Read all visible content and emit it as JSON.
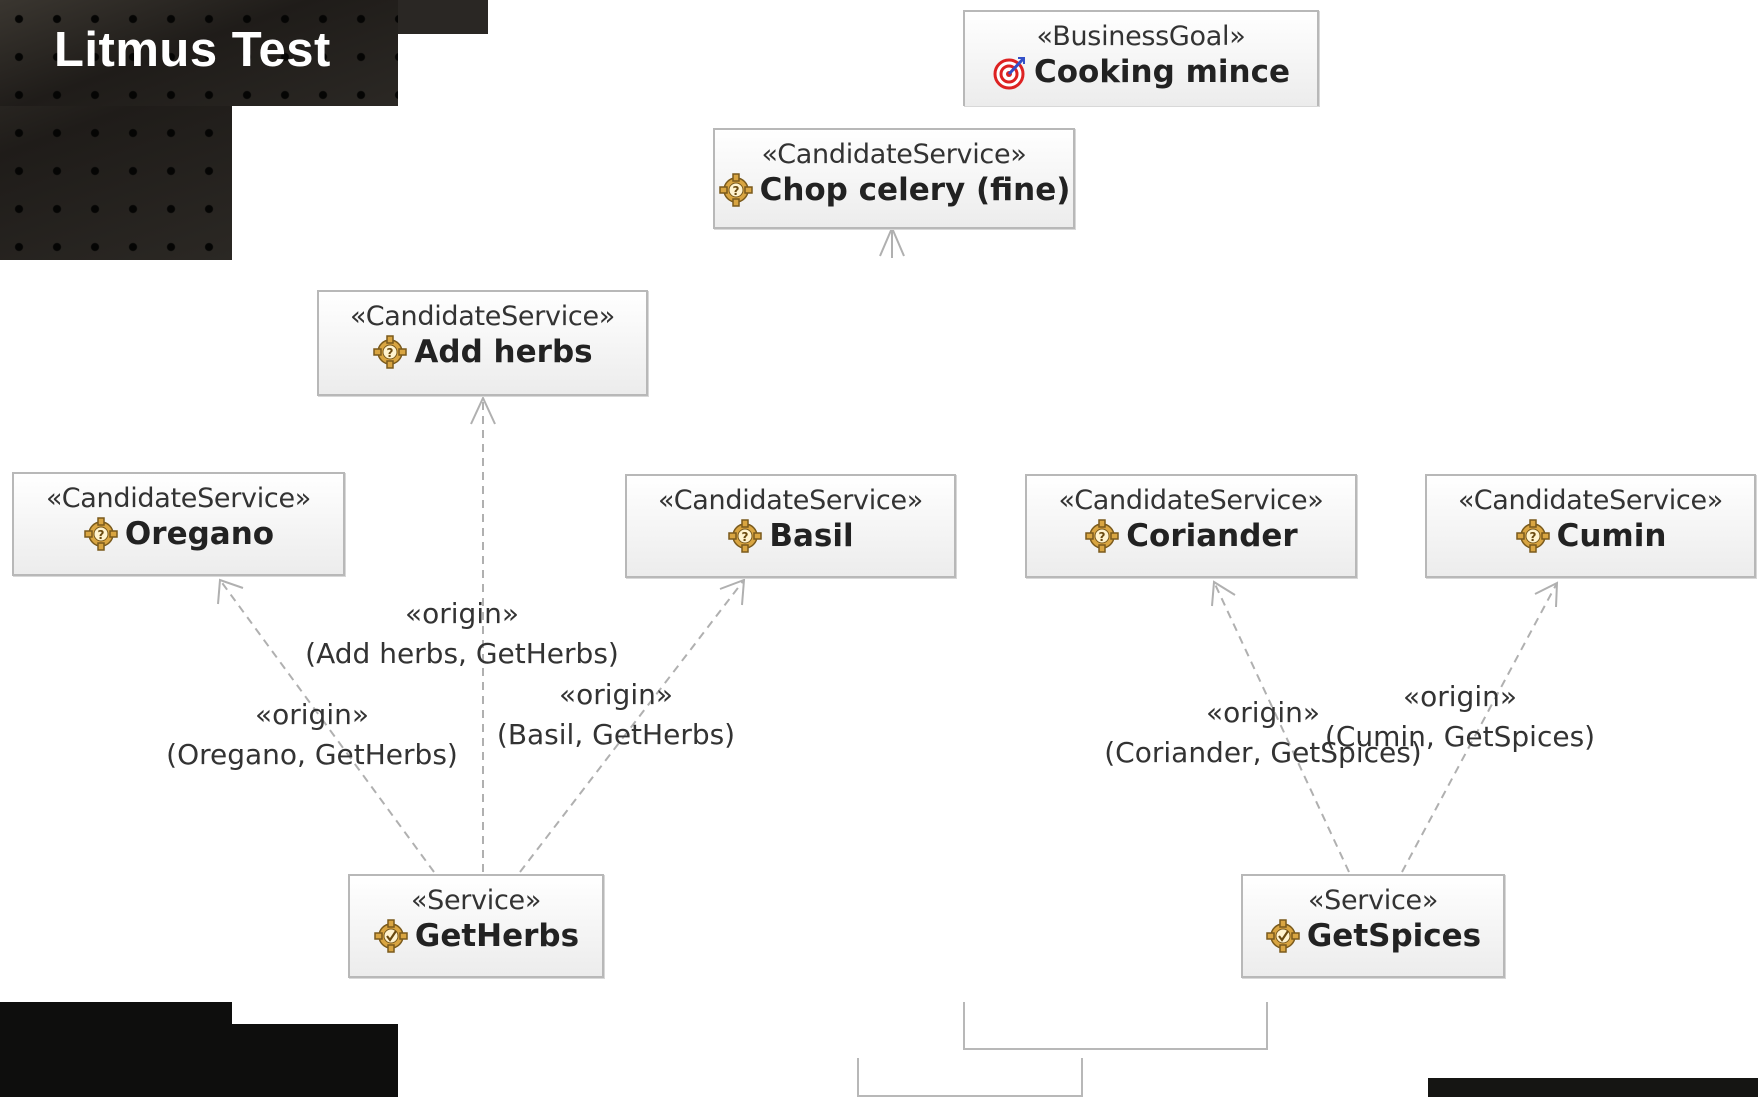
{
  "slide": {
    "title": "Litmus Test"
  },
  "boxes": {
    "cooking_mince": {
      "stereotype": "«BusinessGoal»",
      "name": "Cooking mince"
    },
    "chop_celery": {
      "stereotype": "«CandidateService»",
      "name": "Chop celery (fine)"
    },
    "add_herbs": {
      "stereotype": "«CandidateService»",
      "name": "Add herbs"
    },
    "oregano": {
      "stereotype": "«CandidateService»",
      "name": "Oregano"
    },
    "basil": {
      "stereotype": "«CandidateService»",
      "name": "Basil"
    },
    "coriander": {
      "stereotype": "«CandidateService»",
      "name": "Coriander"
    },
    "cumin": {
      "stereotype": "«CandidateService»",
      "name": "Cumin"
    },
    "get_herbs": {
      "stereotype": "«Service»",
      "name": "GetHerbs"
    },
    "get_spices": {
      "stereotype": "«Service»",
      "name": "GetSpices"
    }
  },
  "connectors": {
    "add_herbs": {
      "stereotype": "«origin»",
      "label": "(Add herbs, GetHerbs)"
    },
    "oregano": {
      "stereotype": "«origin»",
      "label": "(Oregano, GetHerbs)"
    },
    "basil": {
      "stereotype": "«origin»",
      "label": "(Basil, GetHerbs)"
    },
    "coriander": {
      "stereotype": "«origin»",
      "label": "(Coriander, GetSpices)"
    },
    "cumin": {
      "stereotype": "«origin»",
      "label": "(Cumin, GetSpices)"
    }
  },
  "icons": {
    "goal": "target-icon",
    "service": "gear-icon"
  },
  "colors": {
    "background": "#ffffff",
    "box_border": "#b8b8b8",
    "connector": "#b0b0b0",
    "dark_frame": "#1a1a18"
  }
}
